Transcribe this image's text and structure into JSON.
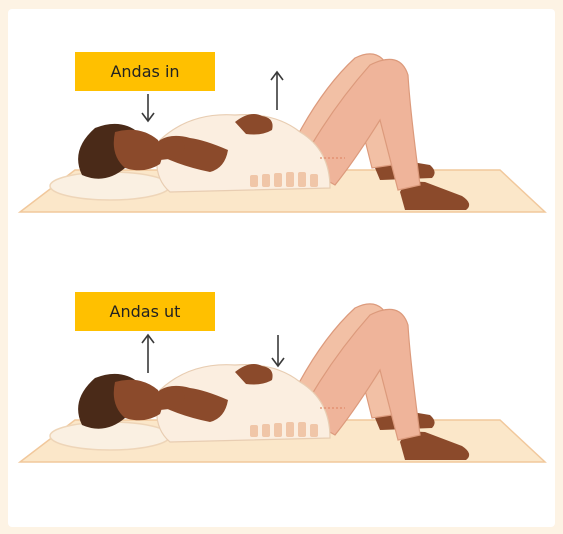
{
  "panels": [
    {
      "label": "Andas in",
      "chest_arrow": "down",
      "belly_arrow": "up"
    },
    {
      "label": "Andas ut",
      "chest_arrow": "up",
      "belly_arrow": "down"
    }
  ],
  "colors": {
    "page_background": "#fdf3e4",
    "label_background": "#ffc000",
    "skin": "#8b4a2b",
    "hair": "#4a2a18",
    "shirt": "#fbeee0",
    "pants": "#efb49a",
    "mat": "#fbe7c9",
    "pillow": "#faf0e2",
    "spine": "#f0c6a8"
  }
}
